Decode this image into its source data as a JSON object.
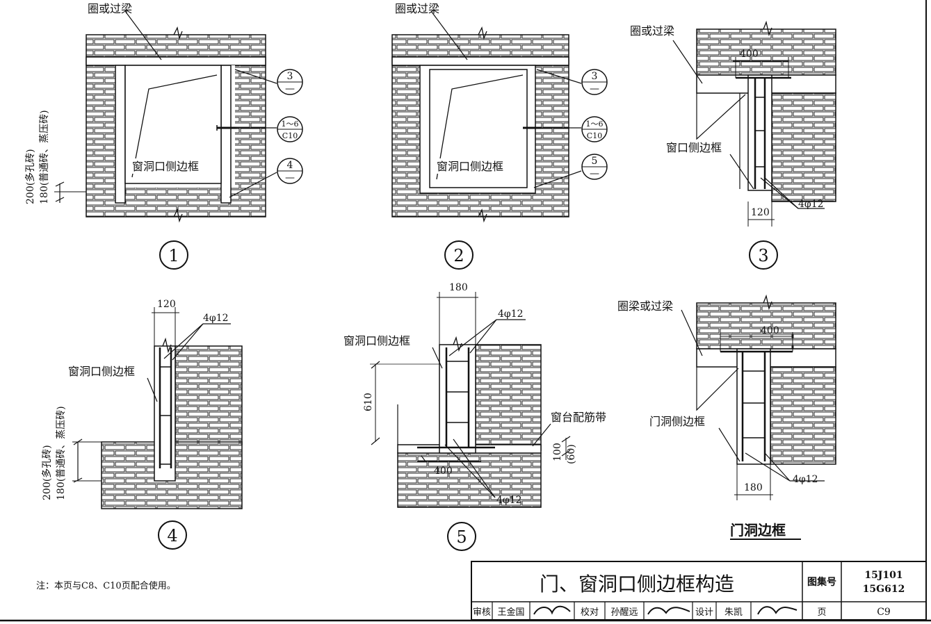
{
  "detail1": {
    "beam_label": "圈或过梁",
    "frame_label": "窗洞口侧边框",
    "callout_a": {
      "num": "3",
      "sub": "—"
    },
    "callout_b": {
      "num": "1～6",
      "sub": "C10"
    },
    "callout_c": {
      "num": "4",
      "sub": "—"
    },
    "dim_200": "200(多孔砖)",
    "dim_180": "180(普通砖、蒸压砖)",
    "number": "1"
  },
  "detail2": {
    "beam_label": "圈或过梁",
    "frame_label": "窗洞口侧边框",
    "callout_a": {
      "num": "3",
      "sub": "—"
    },
    "callout_b": {
      "num": "1～6",
      "sub": "C10"
    },
    "callout_c": {
      "num": "5",
      "sub": "—"
    },
    "number": "2"
  },
  "detail3": {
    "beam_label": "圈或过梁",
    "dim_400": "400",
    "frame_label": "窗口侧边框",
    "rebar": "4φ12",
    "dim_120": "120",
    "number": "3"
  },
  "detail4": {
    "dim_120": "120",
    "rebar": "4φ12",
    "frame_label": "窗洞口侧边框",
    "dim_200": "200(多孔砖)",
    "dim_180": "180(普通砖、蒸压砖)",
    "number": "4"
  },
  "detail5": {
    "dim_180": "180",
    "rebar_top": "4φ12",
    "frame_label": "窗洞口侧边框",
    "dim_610": "610",
    "sill_label": "窗台配筋带",
    "dim_100": "100",
    "dim_60": "(60)",
    "dim_400": "400",
    "rebar_bottom": "4φ12",
    "number": "5"
  },
  "door": {
    "beam_label": "圈梁或过梁",
    "dim_400": "400",
    "frame_label": "门洞侧边框",
    "rebar": "4φ12",
    "dim_180": "180",
    "title": "门洞边框"
  },
  "note": "注：本页与C8、C10页配合使用。",
  "title_block": {
    "title": "门、窗洞口侧边框构造",
    "atlas_label": "图集号",
    "atlas_no_1": "15J101",
    "atlas_no_2": "15G612",
    "review_label": "审核",
    "reviewer": "王金国",
    "check_label": "校对",
    "checker": "孙醒远",
    "design_label": "设计",
    "designer": "朱凯",
    "page_label": "页",
    "page_no": "C9"
  }
}
